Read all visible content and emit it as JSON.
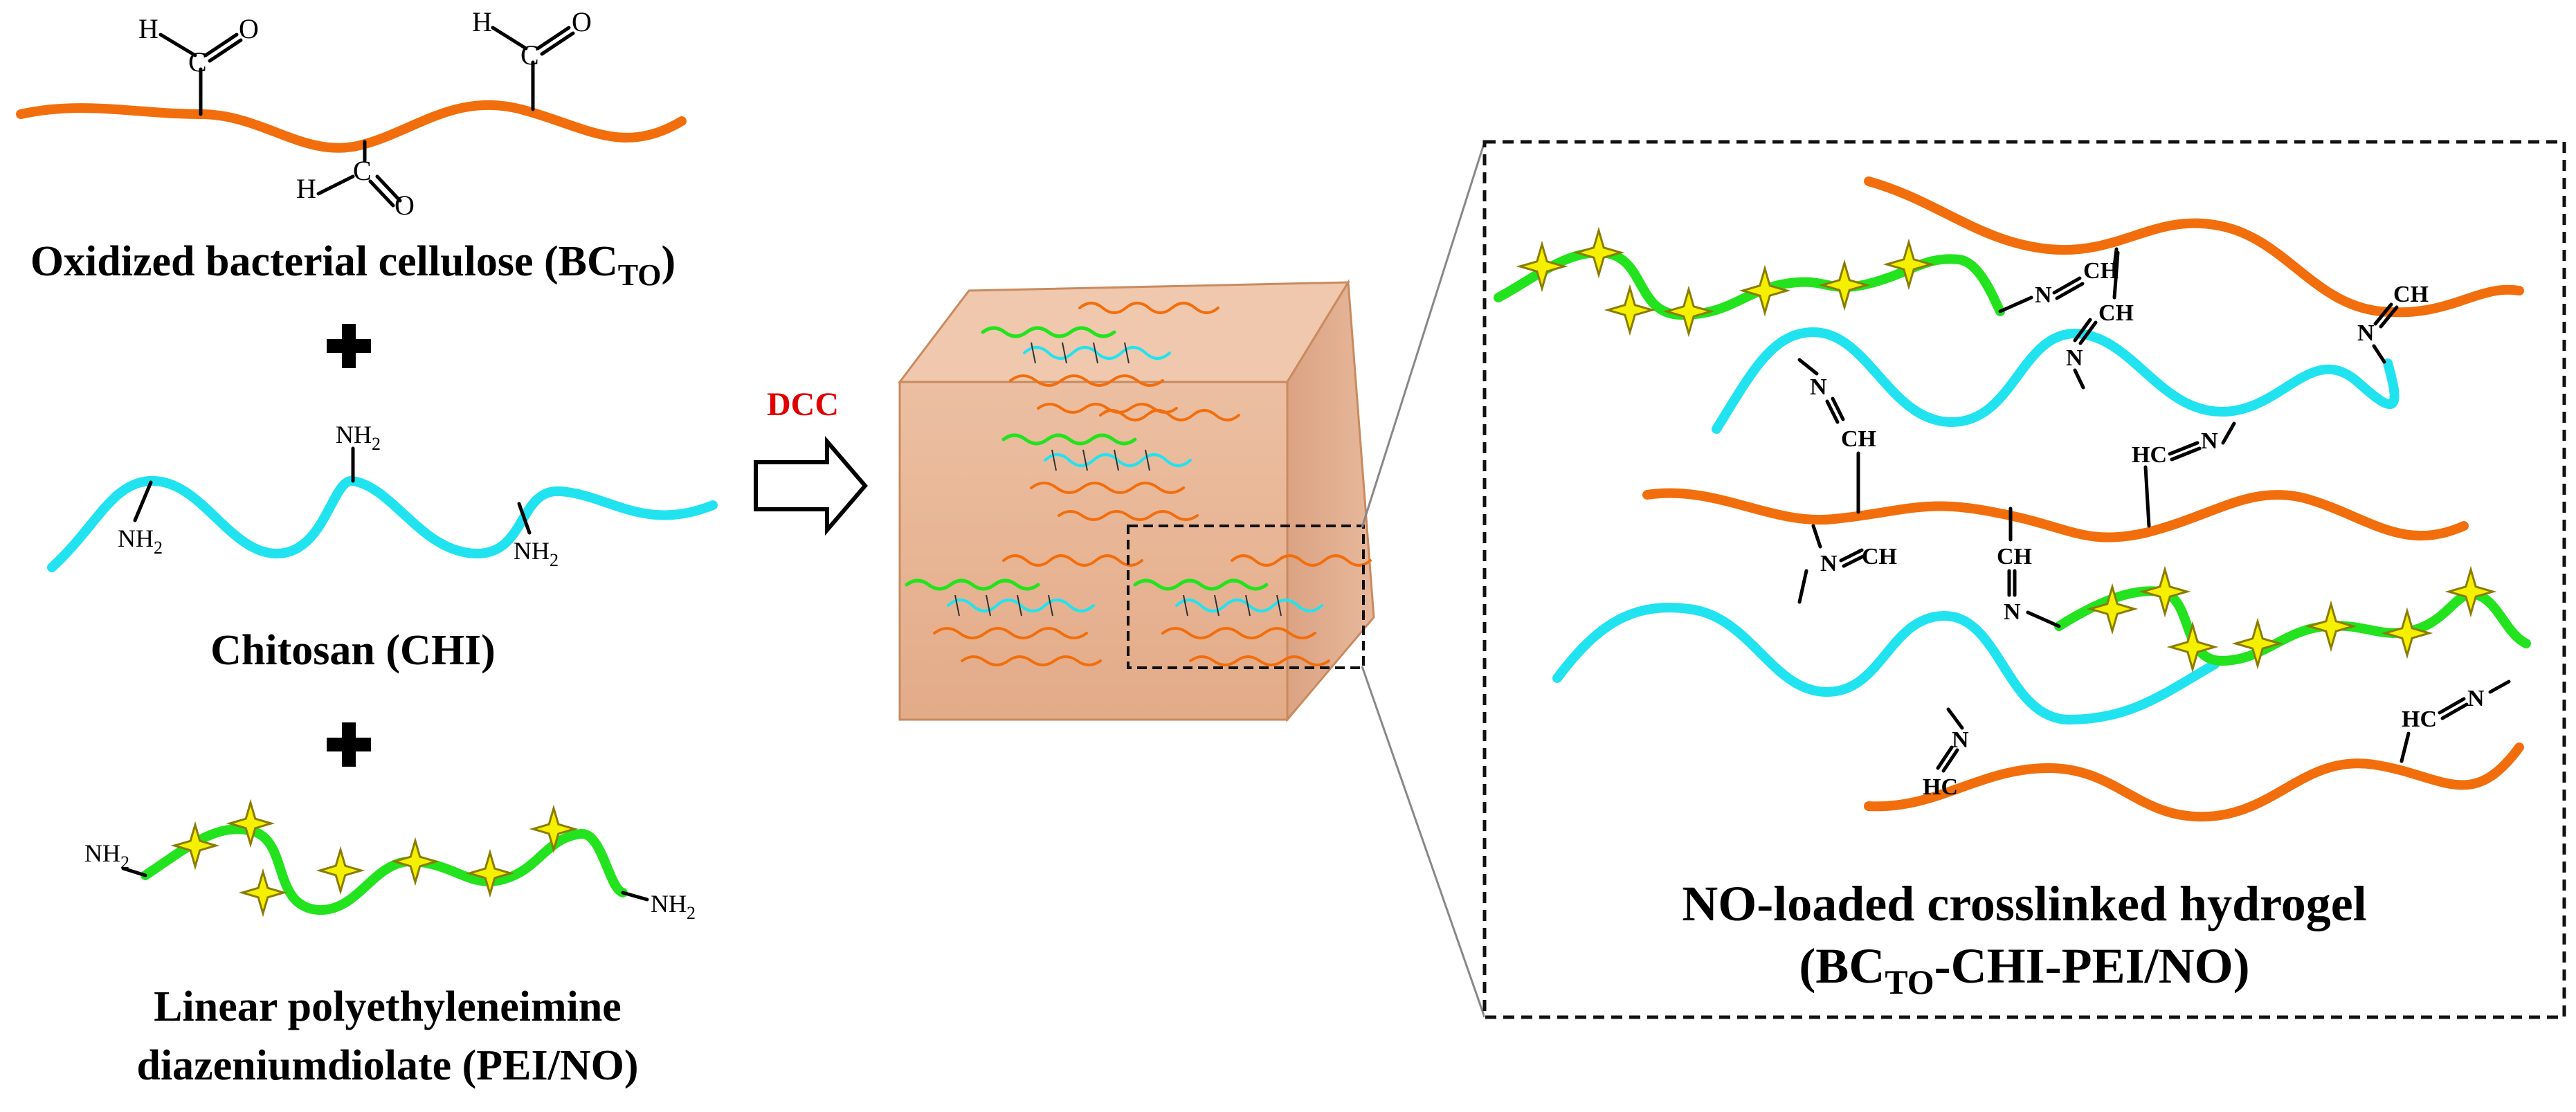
{
  "reactants": {
    "bc": {
      "label": "Oxidized bacterial cellulose (BC",
      "sub": "TO",
      "close": ")",
      "group_h": "H",
      "group_c": "C",
      "group_o": "O"
    },
    "plus_1": "+",
    "chi": {
      "label": "Chitosan (CHI)",
      "amine": "NH",
      "amine_sub": "2"
    },
    "plus_2": "+",
    "pei": {
      "label_line1": "Linear polyethyleneimine",
      "label_line2": "diazeniumdiolate (PEI/NO)",
      "amine": "NH",
      "amine_sub": "2"
    }
  },
  "arrow": {
    "label": "DCC"
  },
  "product": {
    "title_line1": "NO-loaded crosslinked hydrogel",
    "title_line2_a": "(BC",
    "title_line2_sub": "TO",
    "title_line2_b": "-CHI-PEI/NO)",
    "imine_a": "N",
    "imine_b": "CH",
    "imine_c": "HC"
  },
  "colors": {
    "cellulose": "#f26e0c",
    "chitosan": "#21e3f0",
    "pei": "#22e31e",
    "star": "#f4f000",
    "star_outline": "#8a7c00",
    "arrow_label": "#e00000",
    "cube_front": "#e8b696",
    "cube_top": "#efc8ad",
    "cube_side": "#d9a184"
  }
}
